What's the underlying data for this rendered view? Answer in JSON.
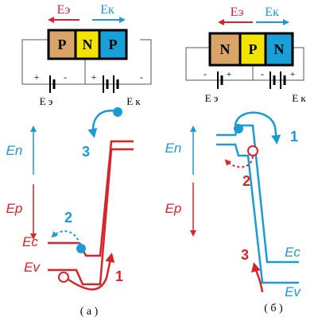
{
  "colors": {
    "red": "#d9232a",
    "blue": "#1a9bd7",
    "p_region": "#d9a468",
    "n_region": "#f2e400",
    "p_region_right": "#1aa0d8",
    "n_region_b": "#1aa0d8",
    "outline": "#000000",
    "circuit": "#333333"
  },
  "panel_a": {
    "field_emitter": "Eэ",
    "field_collector": "Eк",
    "regions": [
      "P",
      "N",
      "P"
    ],
    "emitter_source": "E э",
    "collector_source": "E к",
    "plus": "+",
    "minus": "-",
    "energy_n": "En",
    "energy_p": "Ep",
    "band_c": "Ec",
    "band_v": "Ev",
    "step1": "1",
    "step2": "2",
    "step3": "3",
    "caption": "( а )"
  },
  "panel_b": {
    "field_emitter": "Eэ",
    "field_collector": "Eк",
    "regions": [
      "N",
      "P",
      "N"
    ],
    "emitter_source": "E э",
    "collector_source": "E к",
    "plus": "+",
    "minus": "-",
    "energy_n": "En",
    "energy_p": "Ep",
    "band_c": "Ec",
    "band_v": "Ev",
    "step1": "1",
    "step2": "2",
    "step3": "3",
    "caption": "( б )"
  }
}
